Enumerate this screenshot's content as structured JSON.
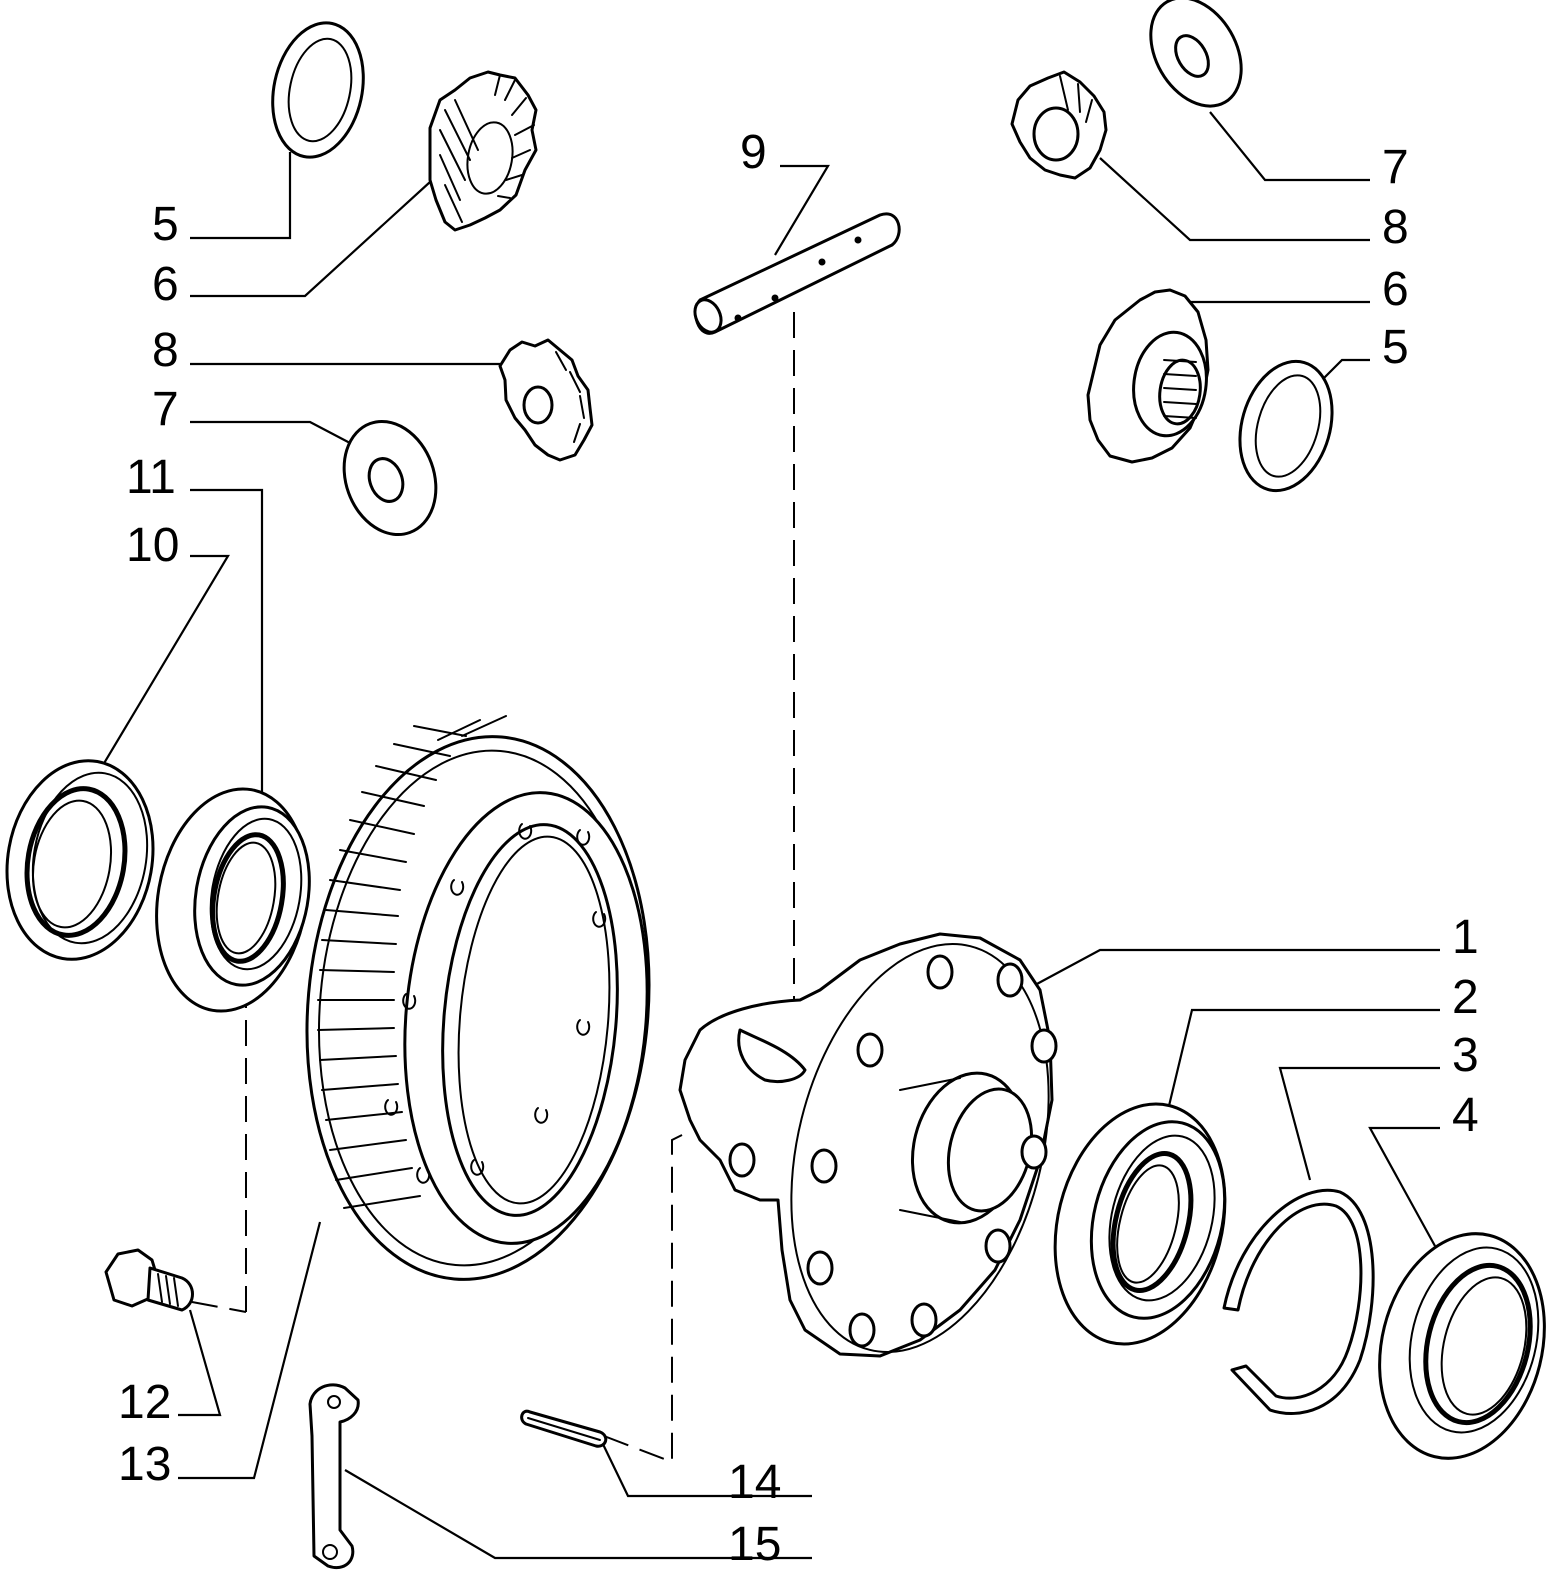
{
  "diagram": {
    "callouts": [
      {
        "id": "c5a",
        "text": "5"
      },
      {
        "id": "c6a",
        "text": "6"
      },
      {
        "id": "c8a",
        "text": "8"
      },
      {
        "id": "c7a",
        "text": "7"
      },
      {
        "id": "c11",
        "text": "11"
      },
      {
        "id": "c10",
        "text": "10"
      },
      {
        "id": "c9",
        "text": "9"
      },
      {
        "id": "c7b",
        "text": "7"
      },
      {
        "id": "c8b",
        "text": "8"
      },
      {
        "id": "c6b",
        "text": "6"
      },
      {
        "id": "c5b",
        "text": "5"
      },
      {
        "id": "c1",
        "text": "1"
      },
      {
        "id": "c2",
        "text": "2"
      },
      {
        "id": "c3",
        "text": "3"
      },
      {
        "id": "c4",
        "text": "4"
      },
      {
        "id": "c12",
        "text": "12"
      },
      {
        "id": "c13",
        "text": "13"
      },
      {
        "id": "c14",
        "text": "14"
      },
      {
        "id": "c15",
        "text": "15"
      }
    ]
  }
}
